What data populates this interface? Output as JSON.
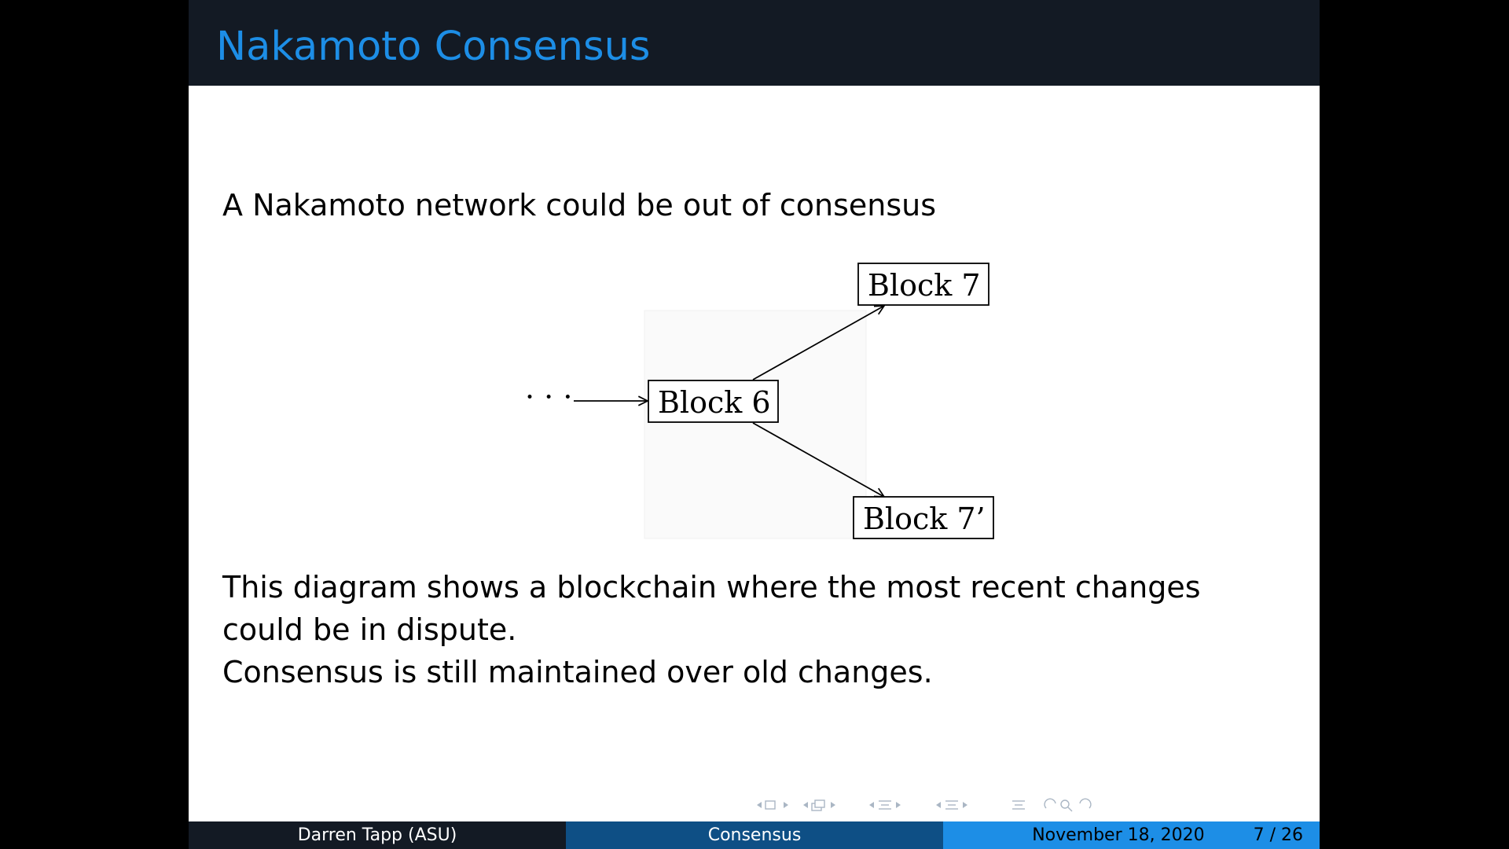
{
  "slide": {
    "title": "Nakamoto Consensus",
    "intro": "A Nakamoto network could be out of consensus",
    "explanation_line1": "This diagram shows a blockchain where the most recent changes could be in dispute.",
    "explanation_line2": "Consensus is still maintained over old changes."
  },
  "diagram": {
    "ellipsis": "· · ·",
    "block_6": "Block 6",
    "block_7": "Block 7",
    "block_7_prime": "Block 7’"
  },
  "footer": {
    "author": "Darren Tapp  (ASU)",
    "short_title": "Consensus",
    "date": "November 18, 2020",
    "page": "7 / 26"
  },
  "nav_icons": [
    "nav-frame-icon",
    "nav-subsection-icon",
    "nav-section-icon",
    "nav-document-icon",
    "nav-search-icon"
  ]
}
